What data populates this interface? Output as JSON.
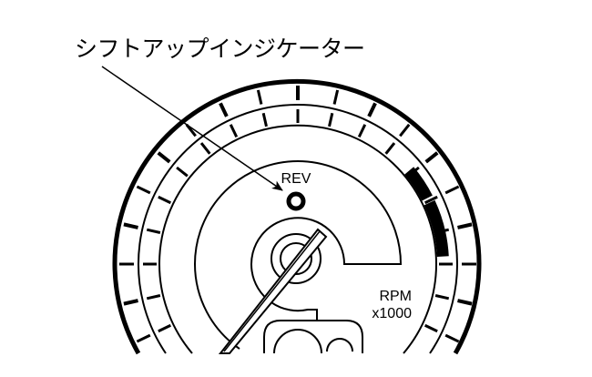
{
  "callout": {
    "label": "シフトアップインジケーター"
  },
  "gauge": {
    "indicator_label": "REV",
    "unit_line1": "RPM",
    "unit_line2": "x1000"
  },
  "colors": {
    "ink": "#000000",
    "background": "#ffffff"
  }
}
